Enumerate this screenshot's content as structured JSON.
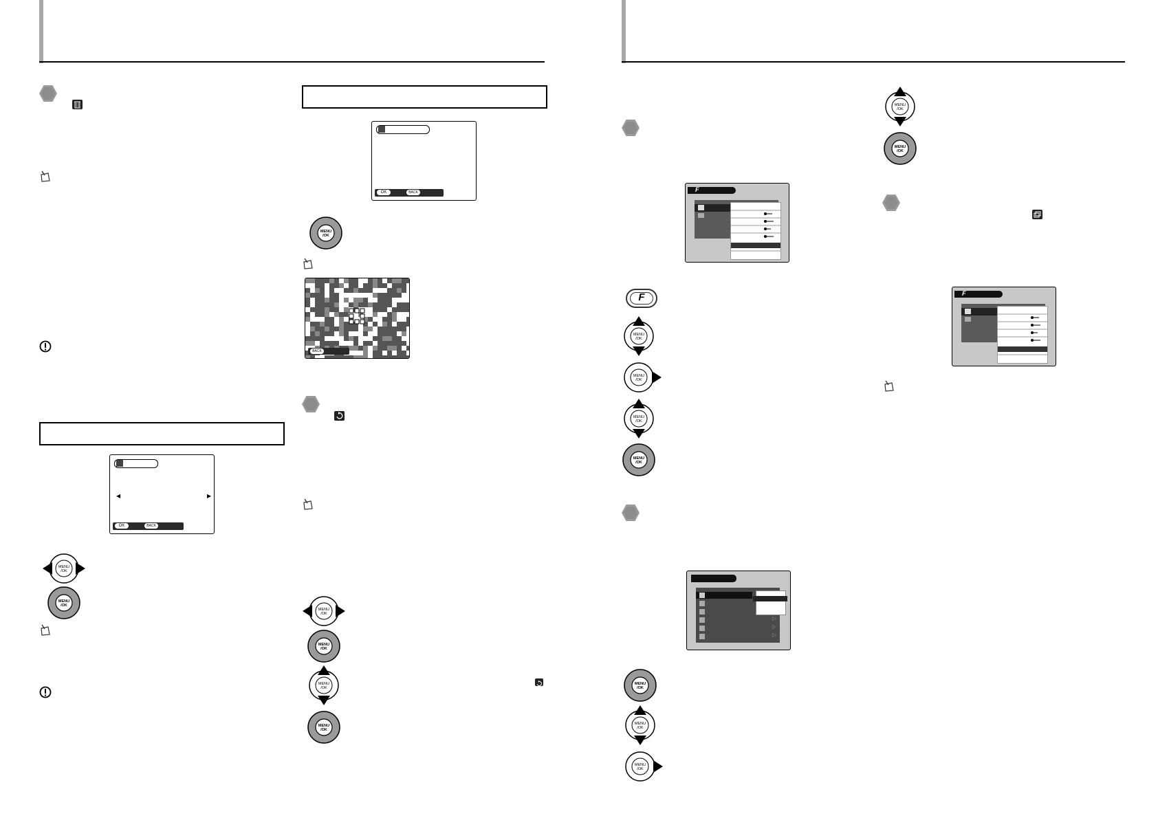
{
  "icons": {
    "dpad_variants": [
      "arrows-left-right",
      "press-center",
      "arrows-up-down",
      "arrow-right"
    ],
    "screen_ok_label": "OK",
    "screen_back_label": "BACK",
    "dpad_center_label": "MENU/OK",
    "f_button_label": "F"
  },
  "colors": {
    "hex_marker": "#9a9a9a",
    "screen_grey": "#c8c8c8",
    "menu_dark": "#4a4a4a"
  }
}
